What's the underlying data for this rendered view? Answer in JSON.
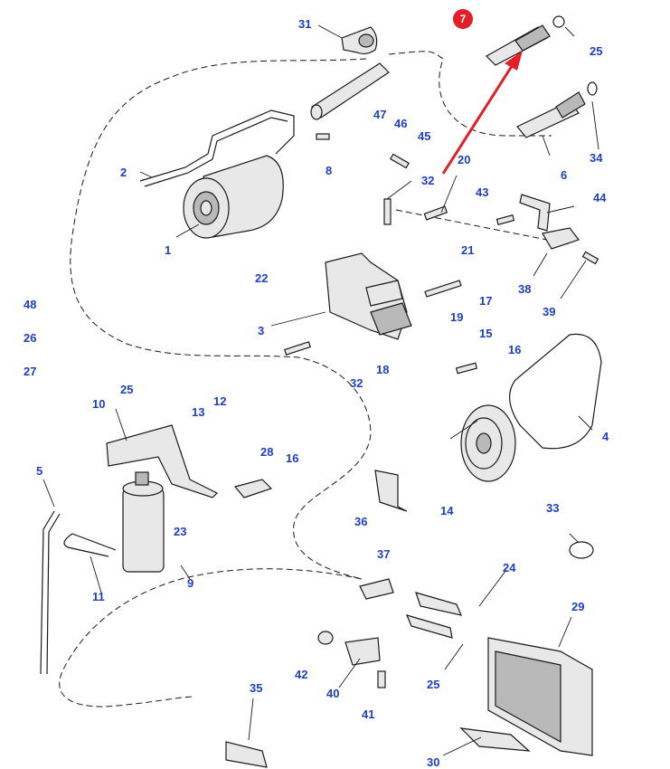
{
  "highlight": {
    "label": "7",
    "color": "#e41e26"
  },
  "callout_color": "#1f3fbf",
  "callouts": [
    "31",
    "25",
    "47",
    "46",
    "45",
    "8",
    "2",
    "20",
    "32",
    "43",
    "44",
    "1",
    "21",
    "22",
    "17",
    "38",
    "39",
    "3",
    "19",
    "15",
    "16",
    "48",
    "26",
    "32",
    "18",
    "27",
    "25",
    "12",
    "13",
    "10",
    "28",
    "16",
    "5",
    "23",
    "36",
    "37",
    "33",
    "14",
    "4",
    "11",
    "9",
    "24",
    "29",
    "42",
    "40",
    "41",
    "25",
    "35",
    "30",
    "34",
    "6"
  ]
}
